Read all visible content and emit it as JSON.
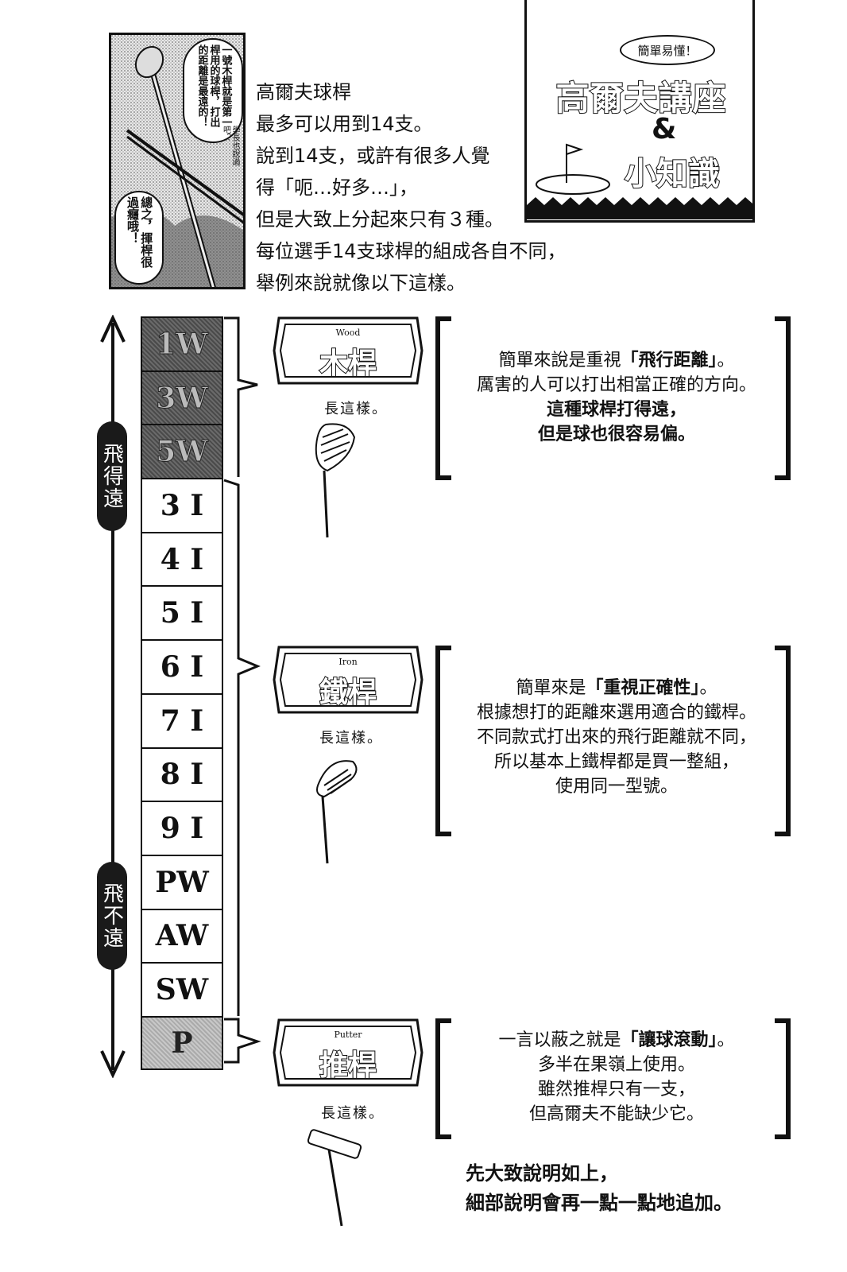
{
  "panel": {
    "bubble_main": "一號木桿就是第一桿用的球桿，打出的距離是最遠的！",
    "bubble_small": "學長也說過吧？",
    "bubble_bottom": "總之，揮桿很過癮哦！"
  },
  "intro": {
    "lines": [
      "高爾夫球桿",
      "最多可以用到14支。",
      "說到14支，或許有很多人覺",
      "得「呃…好多…」，",
      "但是大致上分起來只有３種。",
      "每位選手14支球桿的組成各自不同，",
      "舉例來說就像以下這樣。"
    ]
  },
  "corner": {
    "tag": "簡單易懂！",
    "title": "高爾夫講座",
    "amp": "&",
    "subtitle": "小知識"
  },
  "axis": {
    "far": "飛得遠",
    "near": "飛不遠"
  },
  "clubs": [
    "1W",
    "3W",
    "5W",
    "3 I",
    "4 I",
    "5 I",
    "6 I",
    "7 I",
    "8 I",
    "9 I",
    "PW",
    "AW",
    "SW",
    "P"
  ],
  "categories": {
    "wood": {
      "en": "Wood",
      "zh": "木桿",
      "looks": "長這樣。"
    },
    "iron": {
      "en": "Iron",
      "zh": "鐵桿",
      "looks": "長這樣。"
    },
    "putter": {
      "en": "Putter",
      "zh": "推桿",
      "looks": "長這樣。"
    }
  },
  "descriptions": {
    "wood": {
      "l1a": "簡單來說是重視",
      "l1b": "「飛行距離」",
      "l1c": "。",
      "l2": "厲害的人可以打出相當正確的方向。",
      "l3": "這種球桿打得遠，",
      "l4": "但是球也很容易偏。"
    },
    "iron": {
      "l1a": "簡單來是",
      "l1b": "「重視正確性」",
      "l1c": "。",
      "l2": "根據想打的距離來選用適合的鐵桿。",
      "l3": "不同款式打出來的飛行距離就不同，",
      "l4": "所以基本上鐵桿都是買一整組，",
      "l5": "使用同一型號。"
    },
    "putter": {
      "l1a": "一言以蔽之就是",
      "l1b": "「讓球滾動」",
      "l1c": "。",
      "l2": "多半在果嶺上使用。",
      "l3": "雖然推桿只有一支，",
      "l4": "但高爾夫不能缺少它。"
    }
  },
  "footer": {
    "l1": "先大致說明如上，",
    "l2": "細部說明會再一點一點地追加。"
  }
}
